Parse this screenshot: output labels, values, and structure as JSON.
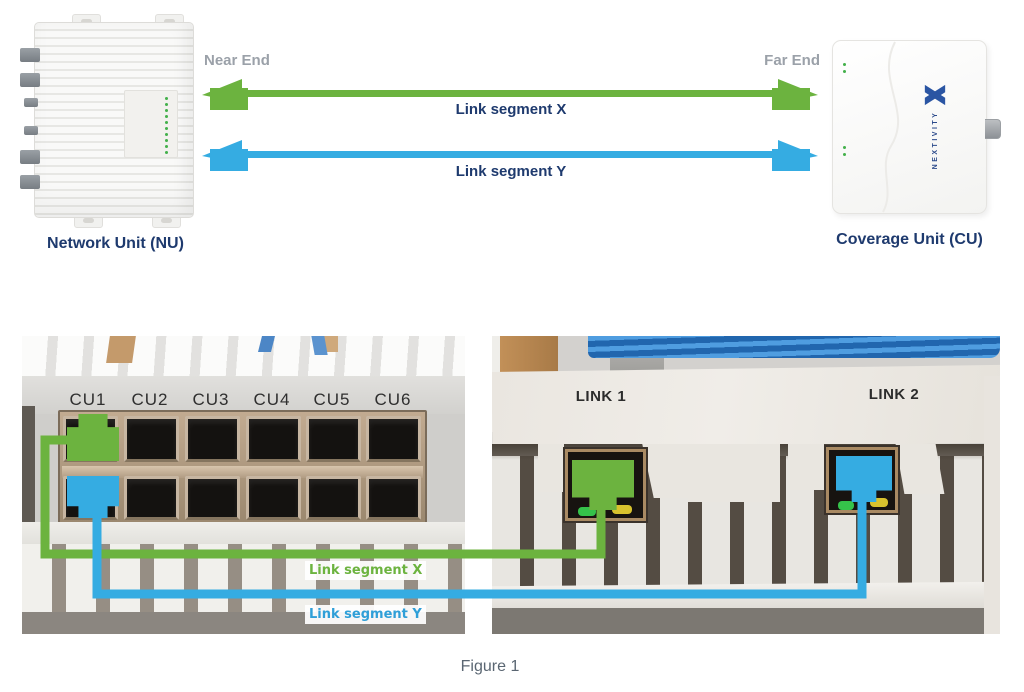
{
  "colors": {
    "link-x": "#6cb33f",
    "link-y": "#35ace2",
    "navy": "#1e3a6e",
    "end-gray": "#9ba1a9",
    "caption-gray": "#5a6672"
  },
  "diagram": {
    "near_end": "Near End",
    "far_end": "Far End",
    "link_x": "Link segment X",
    "link_y": "Link segment Y",
    "nu_caption": "Network Unit (NU)",
    "cu_caption": "Coverage Unit (CU)",
    "brand": "NEXTIVITY"
  },
  "photo_left": {
    "port_labels": [
      "CU1",
      "CU2",
      "CU3",
      "CU4",
      "CU5",
      "CU6"
    ],
    "link_x": "Link segment X",
    "link_y": "Link segment Y"
  },
  "photo_right": {
    "link1": "LINK 1",
    "link2": "LINK 2"
  },
  "caption": "Figure 1"
}
